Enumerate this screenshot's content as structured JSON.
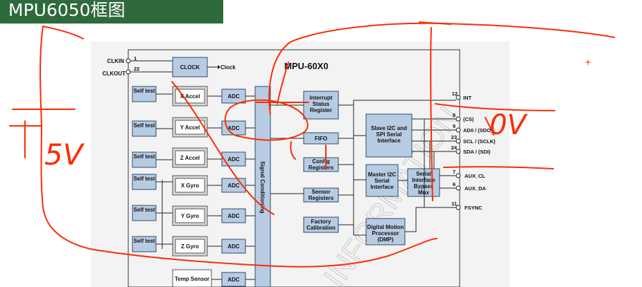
{
  "header": {
    "title": "MPU6050框图"
  },
  "diagram": {
    "chip_title": "MPU-60X0",
    "watermark": "INFORMATION",
    "clock": {
      "block": "CLOCK",
      "output": "Clock",
      "pin_clkin": "CLKIN",
      "pin_clkout": "CLKOUT",
      "num_clkin": "1",
      "num_clkout": "22"
    },
    "self_test": [
      "Self test",
      "Self test",
      "Self test",
      "Self test",
      "Self test",
      "Self test"
    ],
    "sensors": [
      "X Accel",
      "Y Accel",
      "Z Accel",
      "X Gyro",
      "Y Gyro",
      "Z Gyro",
      "Temp Sensor"
    ],
    "adc": "ADC",
    "signal_conditioning": "Signal Conditioning",
    "blocks": {
      "interrupt": [
        "Interrupt",
        "Status",
        "Register"
      ],
      "fifo": "FIFO",
      "config": [
        "Config",
        "Registers"
      ],
      "sensor_regs": [
        "Sensor",
        "Registers"
      ],
      "factory": [
        "Factory",
        "Calibration"
      ],
      "slave": [
        "Slave I2C and",
        "SPI Serial",
        "Interface"
      ],
      "master": [
        "Master I2C",
        "Serial",
        "Interface"
      ],
      "bypass": [
        "Serial",
        "Interface",
        "Bypass",
        "Mux"
      ],
      "dmp": [
        "Digital Motion",
        "Processor",
        "(DMP)"
      ]
    },
    "pins": [
      {
        "num": "12",
        "name": "INT"
      },
      {
        "num": "8",
        "name": "(CS)"
      },
      {
        "num": "9",
        "name": "AD0 / (SDO)"
      },
      {
        "num": "23",
        "name": "SCL / (SCLK)"
      },
      {
        "num": "24",
        "name": "SDA / (SDI)"
      },
      {
        "num": "7",
        "name": "AUX_CL"
      },
      {
        "num": "6",
        "name": "AUX_DA"
      },
      {
        "num": "11",
        "name": "FSYNC"
      }
    ]
  },
  "annotations": {
    "left_label": "5V",
    "right_label": "0V",
    "plus_mark": "+"
  },
  "colors": {
    "header_bg": "#2f6a3c",
    "block_fill": "#b7cce3",
    "ink": "#ff2a00"
  }
}
